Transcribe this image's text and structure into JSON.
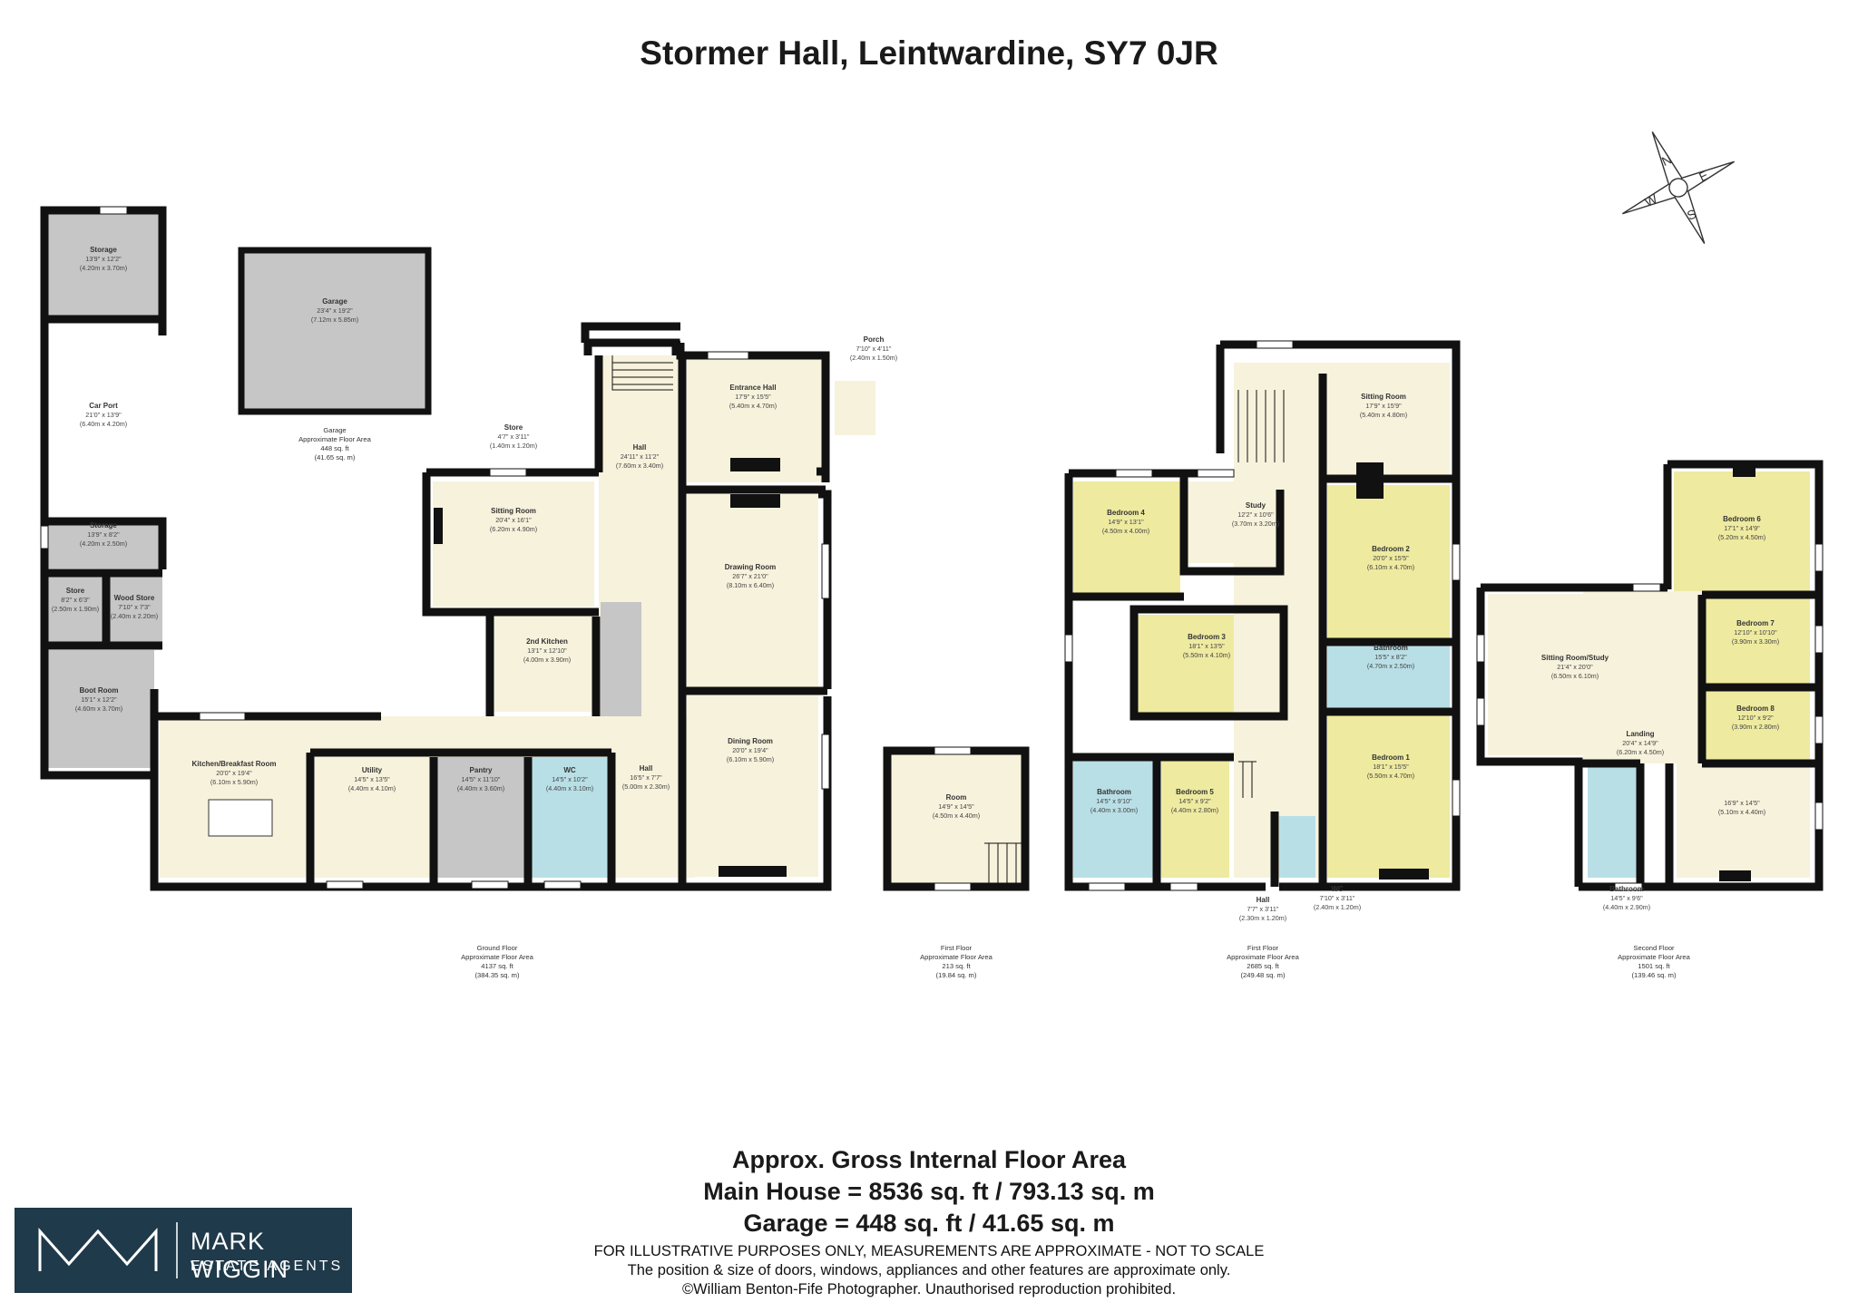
{
  "title": "Stormer Hall, Leintwardine, SY7 0JR",
  "summary": {
    "heading": "Approx. Gross Internal Floor Area",
    "main_house": "Main House = 8536 sq. ft / 793.13 sq. m",
    "garage": "Garage = 448 sq. ft / 41.65 sq. m"
  },
  "disclaimer": [
    "FOR ILLUSTRATIVE PURPOSES ONLY, MEASUREMENTS ARE APPROXIMATE - NOT TO SCALE",
    "The position & size of doors, windows, appliances and other features are approximate only.",
    "©William Benton-Fife Photographer. Unauthorised reproduction prohibited."
  ],
  "logo": {
    "name": "MARK WIGGIN",
    "sub": "ESTATE AGENTS"
  },
  "compass": {
    "letters": [
      "N",
      "E",
      "S",
      "W"
    ]
  },
  "colors": {
    "wall": "#111111",
    "grey": "#c6c6c6",
    "cream": "#f7f2dc",
    "yellow": "#eeeaa0",
    "blue": "#b9dfe6",
    "logo_bg": "#1f3a4a"
  },
  "floors": {
    "ground": {
      "label": "Ground Floor",
      "caption": "Approximate Floor Area",
      "sqft": "4137 sq. ft",
      "sqm": "(384.35 sq. m)"
    },
    "first_room": {
      "label": "First Floor",
      "caption": "Approximate Floor Area",
      "sqft": "213 sq. ft",
      "sqm": "(19.84 sq. m)"
    },
    "first": {
      "label": "First Floor",
      "caption": "Approximate Floor Area",
      "sqft": "2685 sq. ft",
      "sqm": "(249.48 sq. m)"
    },
    "second": {
      "label": "Second Floor",
      "caption": "Approximate Floor Area",
      "sqft": "1501 sq. ft",
      "sqm": "(139.46 sq. m)"
    },
    "garage": {
      "label": "Garage",
      "caption": "Approximate Floor Area",
      "sqft": "448 sq. ft",
      "sqm": "(41.65 sq. m)"
    }
  },
  "rooms": {
    "storage_top": {
      "name": "Storage",
      "imp": "13'9\" x 12'2\"",
      "met": "(4.20m x 3.70m)"
    },
    "car_port": {
      "name": "Car Port",
      "imp": "21'0\" x 13'9\"",
      "met": "(6.40m x 4.20m)"
    },
    "garage": {
      "name": "Garage",
      "imp": "23'4\" x 19'2\"",
      "met": "(7.12m x 5.85m)"
    },
    "storage_mid": {
      "name": "Storage",
      "imp": "13'9\" x 8'2\"",
      "met": "(4.20m x 2.50m)"
    },
    "store_small": {
      "name": "Store",
      "imp": "8'2\" x 6'3\"",
      "met": "(2.50m x 1.90m)"
    },
    "wood_store": {
      "name": "Wood Store",
      "imp": "7'10\" x 7'3\"",
      "met": "(2.40m x 2.20m)"
    },
    "boot_room": {
      "name": "Boot Room",
      "imp": "15'1\" x 12'2\"",
      "met": "(4.60m x 3.70m)"
    },
    "kitchen": {
      "name": "Kitchen/Breakfast Room",
      "imp": "20'0\" x 19'4\"",
      "met": "(6.10m x 5.90m)"
    },
    "utility": {
      "name": "Utility",
      "imp": "14'5\" x 13'5\"",
      "met": "(4.40m x 4.10m)"
    },
    "pantry": {
      "name": "Pantry",
      "imp": "14'5\" x 11'10\"",
      "met": "(4.40m x 3.60m)"
    },
    "wc_ground": {
      "name": "WC",
      "imp": "14'5\" x 10'2\"",
      "met": "(4.40m x 3.10m)"
    },
    "store_gf": {
      "name": "Store",
      "imp": "4'7\" x 3'11\"",
      "met": "(1.40m x 1.20m)"
    },
    "sitting_gf": {
      "name": "Sitting Room",
      "imp": "20'4\" x 16'1\"",
      "met": "(6.20m x 4.90m)"
    },
    "kitchen2": {
      "name": "2nd Kitchen",
      "imp": "13'1\" x 12'10\"",
      "met": "(4.00m x 3.90m)"
    },
    "hall_main": {
      "name": "Hall",
      "imp": "24'11\" x 11'2\"",
      "met": "(7.60m x 3.40m)"
    },
    "hall_lower": {
      "name": "Hall",
      "imp": "16'5\" x 7'7\"",
      "met": "(5.00m x 2.30m)"
    },
    "entrance_hall": {
      "name": "Entrance Hall",
      "imp": "17'9\" x 15'5\"",
      "met": "(5.40m x 4.70m)"
    },
    "porch": {
      "name": "Porch",
      "imp": "7'10\" x 4'11\"",
      "met": "(2.40m x 1.50m)"
    },
    "drawing_room": {
      "name": "Drawing Room",
      "imp": "26'7\" x 21'0\"",
      "met": "(8.10m x 6.40m)"
    },
    "dining_room": {
      "name": "Dining Room",
      "imp": "20'0\" x 19'4\"",
      "met": "(6.10m x 5.90m)"
    },
    "room_ff": {
      "name": "Room",
      "imp": "14'9\" x 14'5\"",
      "met": "(4.50m x 4.40m)"
    },
    "bedroom4": {
      "name": "Bedroom 4",
      "imp": "14'9\" x 13'1\"",
      "met": "(4.50m x 4.00m)"
    },
    "study": {
      "name": "Study",
      "imp": "12'2\" x 10'6\"",
      "met": "(3.70m x 3.20m)"
    },
    "sitting_ff": {
      "name": "Sitting Room",
      "imp": "17'9\" x 15'9\"",
      "met": "(5.40m x 4.80m)"
    },
    "bedroom2": {
      "name": "Bedroom 2",
      "imp": "20'0\" x 15'5\"",
      "met": "(6.10m x 4.70m)"
    },
    "bedroom3": {
      "name": "Bedroom 3",
      "imp": "18'1\" x 13'5\"",
      "met": "(5.50m x 4.10m)"
    },
    "bathroom_ff_r": {
      "name": "Bathroom",
      "imp": "15'5\" x 8'2\"",
      "met": "(4.70m x 2.50m)"
    },
    "bedroom1": {
      "name": "Bedroom 1",
      "imp": "18'1\" x 15'5\"",
      "met": "(5.50m x 4.70m)"
    },
    "bathroom_ff_l": {
      "name": "Bathroom",
      "imp": "14'5\" x 9'10\"",
      "met": "(4.40m x 3.00m)"
    },
    "bedroom5": {
      "name": "Bedroom 5",
      "imp": "14'5\" x 9'2\"",
      "met": "(4.40m x 2.80m)"
    },
    "hall_ff": {
      "name": "Hall",
      "imp": "7'7\" x 3'11\"",
      "met": "(2.30m x 1.20m)"
    },
    "wc_ff": {
      "name": "WC",
      "imp": "7'10\" x 3'11\"",
      "met": "(2.40m x 1.20m)"
    },
    "bedroom6": {
      "name": "Bedroom 6",
      "imp": "17'1\" x 14'9\"",
      "met": "(5.20m x 4.50m)"
    },
    "bedroom7": {
      "name": "Bedroom 7",
      "imp": "12'10\" x 10'10\"",
      "met": "(3.90m x 3.30m)"
    },
    "sitting_sf": {
      "name": "Sitting Room/Study",
      "imp": "21'4\" x 20'0\"",
      "met": "(6.50m x 6.10m)"
    },
    "bedroom8": {
      "name": "Bedroom 8",
      "imp": "12'10\" x 9'2\"",
      "met": "(3.90m x 2.80m)"
    },
    "landing": {
      "name": "Landing",
      "imp": "20'4\" x 14'9\"",
      "met": "(6.20m x 4.50m)"
    },
    "room_sf": {
      "name": "",
      "imp": "16'9\" x 14'5\"",
      "met": "(5.10m x 4.40m)"
    },
    "bathroom_sf": {
      "name": "Bathroom",
      "imp": "14'5\" x 9'6\"",
      "met": "(4.40m x 2.90m)"
    }
  }
}
